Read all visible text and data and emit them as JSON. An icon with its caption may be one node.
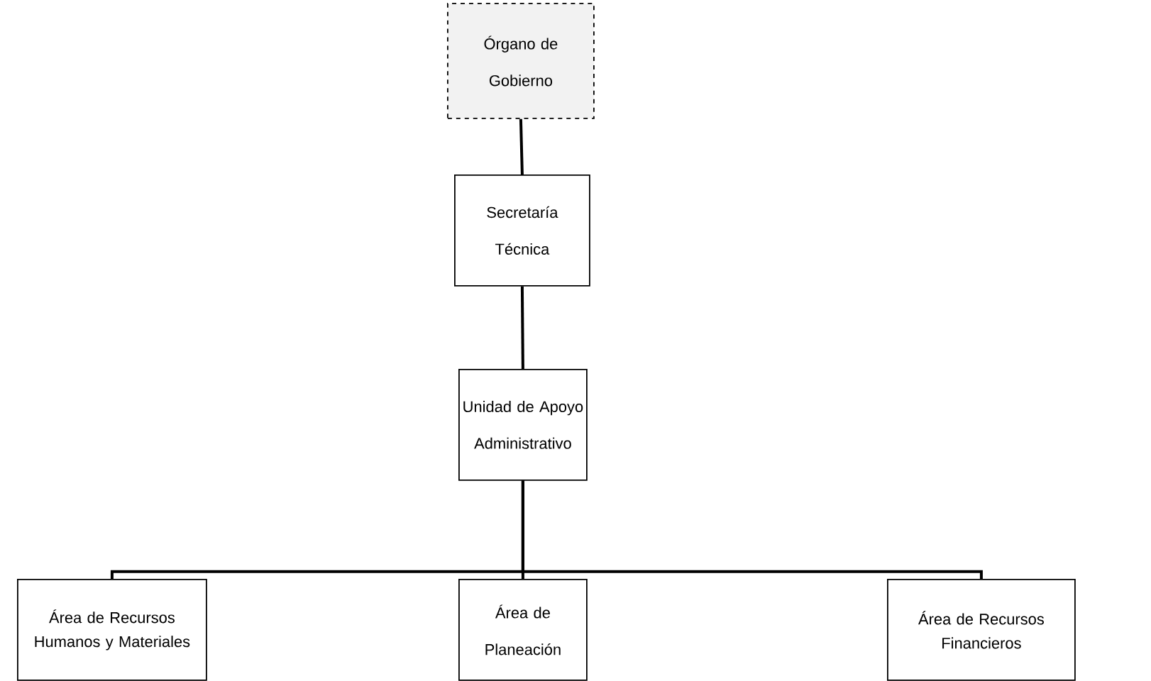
{
  "diagram": {
    "nodes": [
      {
        "text": [
          "Órgano de Gobierno"
        ]
      },
      {
        "text": [
          "Secretaría Técnica"
        ]
      },
      {
        "text": [
          "Unidad de Apoyo Administrativo"
        ]
      },
      {
        "text": [
          "Área de Recursos Humanos y Materiales"
        ]
      },
      {
        "text": [
          "Área de Planeación"
        ]
      },
      {
        "text": [
          "Área de Recursos Financieros"
        ]
      }
    ],
    "edges": [
      {
        "from": 0,
        "to": 1,
        "arrow": "none"
      },
      {
        "from": 1,
        "to": 2,
        "arrow": "none"
      },
      {
        "from": 2,
        "to": 3,
        "arrow": "none"
      },
      {
        "from": 2,
        "to": 4,
        "arrow": "none"
      },
      {
        "from": 2,
        "to": 5,
        "arrow": "none"
      }
    ]
  }
}
